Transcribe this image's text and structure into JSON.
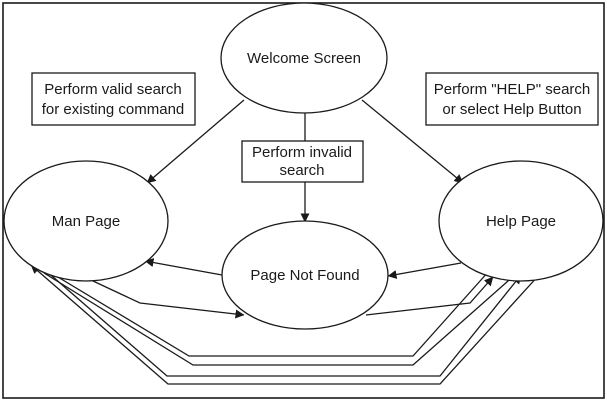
{
  "nodes": {
    "welcome": "Welcome Screen",
    "man": "Man Page",
    "not_found": "Page Not Found",
    "help": "Help Page"
  },
  "labels": {
    "valid_search": [
      "Perform valid search",
      "for existing command"
    ],
    "invalid_search": [
      "Perform invalid",
      "search"
    ],
    "help_search": [
      "Perform \"HELP\" search",
      "or select Help Button"
    ]
  },
  "colors": {
    "stroke": "#1a1a1a",
    "background": "#ffffff"
  }
}
